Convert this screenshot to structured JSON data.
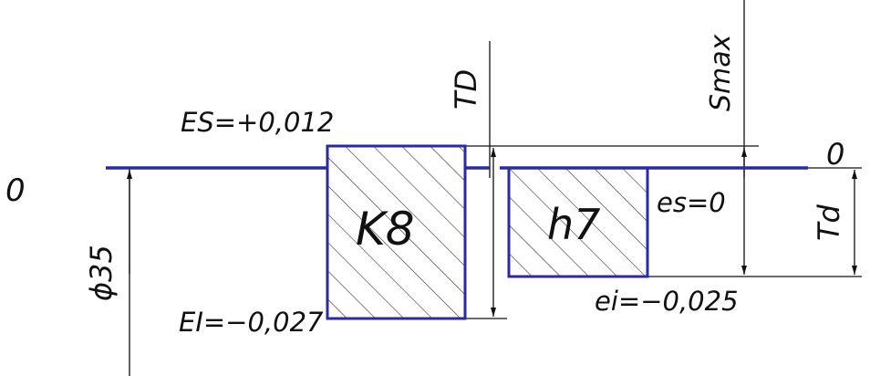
{
  "diagram": {
    "zero_line_left_label": "0",
    "zero_line_right_label": "0",
    "nominal_size_label": "ϕ35",
    "hole": {
      "name": "K8",
      "upper_deviation": "ES=+0,012",
      "lower_deviation": "EI=−0,027",
      "tolerance_label": "TD"
    },
    "shaft": {
      "name": "h7",
      "upper_deviation": "es=0",
      "lower_deviation": "ei=−0,025",
      "tolerance_label": "Td"
    },
    "clearance_label": "Smax"
  },
  "colors": {
    "zone_outline": "#2a2aa6",
    "line": "#111111"
  }
}
